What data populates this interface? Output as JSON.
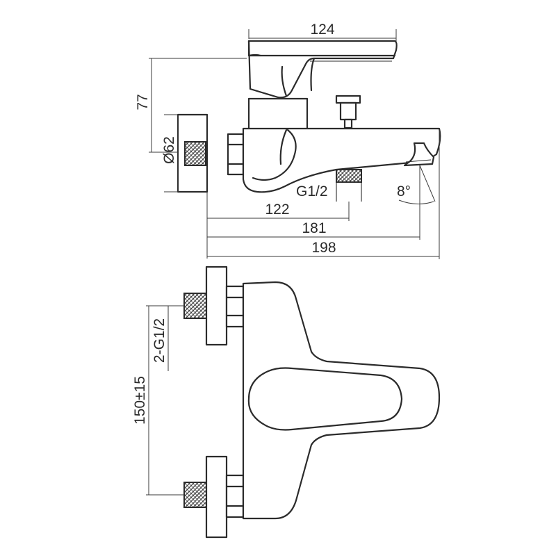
{
  "dimensions": {
    "width_top": "124",
    "height_lever": "77",
    "diameter": "Ø62",
    "thread_side": "G1/2",
    "angle": "8°",
    "spout_122": "122",
    "spout_181": "181",
    "overall_198": "198",
    "inlet_thread": "2-G1/2",
    "centers": "150±15"
  }
}
